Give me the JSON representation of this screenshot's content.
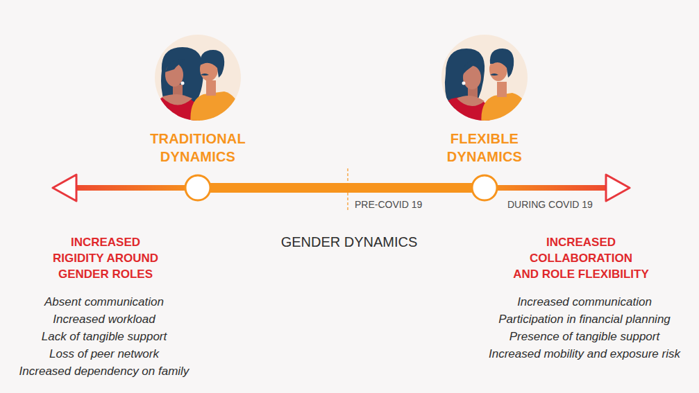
{
  "diagram": {
    "nodes": [
      {
        "text": [
          "TRADITIONAL DYNAMICS"
        ]
      },
      {
        "text": [
          "FLEXIBLE DYNAMICS"
        ]
      }
    ],
    "labels": [
      "PRE-COVID 19",
      "DURING COVID 19",
      "GENDER DYNAMICS",
      "INCREASED RIGIDITY AROUND GENDER ROLES",
      "Absent communication",
      "Increased workload",
      "Lack of tangible support",
      "Loss of peer network",
      "Increased dependency on family",
      "INCREASED COLLABORATION AND ROLE FLEXIBILITY",
      "Increased communication",
      "Participation in financial planning",
      "Presence of tangible support",
      "Increased mobility and exposure risk"
    ]
  }
}
